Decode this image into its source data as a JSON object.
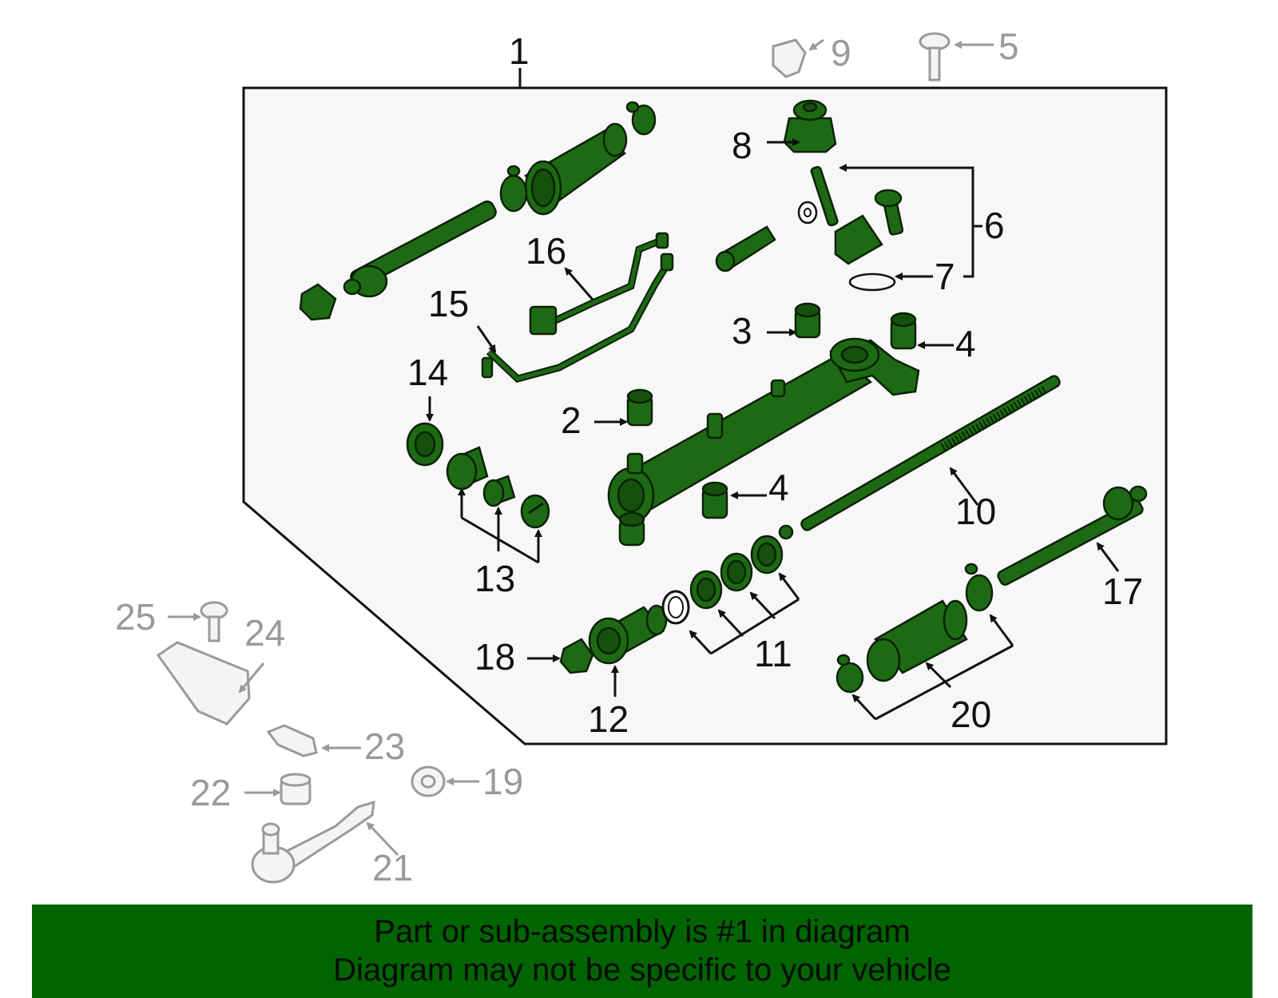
{
  "callouts": {
    "c1": "1",
    "c2": "2",
    "c3": "3",
    "c4a": "4",
    "c4b": "4",
    "c5": "5",
    "c6": "6",
    "c7": "7",
    "c8": "8",
    "c9": "9",
    "c10": "10",
    "c11": "11",
    "c12": "12",
    "c13": "13",
    "c14": "14",
    "c15": "15",
    "c16": "16",
    "c17": "17",
    "c18": "18",
    "c19": "19",
    "c20": "20",
    "c21": "21",
    "c22": "22",
    "c23": "23",
    "c24": "24",
    "c25": "25"
  },
  "banner": {
    "line1": "Part or sub-assembly is #1 in diagram",
    "line2": "Diagram may not be specific to your vehicle"
  },
  "colors": {
    "part_fill": "#1e6a14",
    "external_part": "#9a9a9a",
    "banner_bg": "#006400",
    "panel_bg": "#f7f7f7"
  }
}
